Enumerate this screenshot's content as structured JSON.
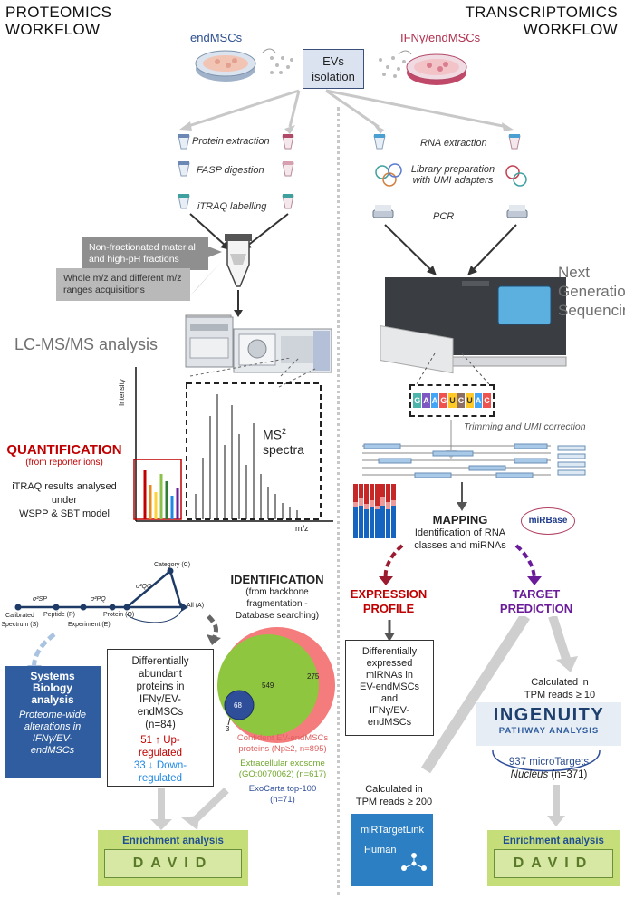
{
  "headers": {
    "proteomics": [
      "PROTEOMICS",
      "WORKFLOW"
    ],
    "transcriptomics": [
      "TRANSCRIPTOMICS",
      "WORKFLOW"
    ]
  },
  "top": {
    "left_cells": "endMSCs",
    "right_cells": "IFNγ/endMSCs",
    "evs": [
      "EVs",
      "isolation"
    ]
  },
  "proteomics_steps": [
    "Protein extraction",
    "FASP digestion",
    "iTRAQ labelling"
  ],
  "callouts": {
    "fractions": [
      "Non-fractionated material",
      "and high-pH fractions"
    ],
    "acquisitions": [
      "Whole m/z and different m/z",
      "ranges acquisitions"
    ]
  },
  "lcms": "LC-MS/MS analysis",
  "spectrum": {
    "y_axis": "Intensity",
    "x_axis": "m/z",
    "ms2": "MS",
    "ms2_sup": "2",
    "spectra": "spectra"
  },
  "quant": {
    "title": "QUANTIFICATION",
    "subtitle": "(from reporter ions)",
    "text": [
      "iTRAQ results analysed",
      "under",
      "WSPP & SBT model"
    ]
  },
  "sbt": {
    "calibrated": [
      "Calibrated",
      "Spectrum (S)"
    ],
    "peptide": "Peptide (P)",
    "experiment": "Experiment (E)",
    "protein": "Protein (Q)",
    "category": "Category (C)",
    "all": "All (A)",
    "sigma_sp": "σ²SP",
    "sigma_pq": "σ²PQ",
    "sigma_qc": "σ²QC"
  },
  "identification": {
    "title": "IDENTIFICATION",
    "sub": [
      "(from backbone",
      "fragmentation -",
      "Database searching)"
    ]
  },
  "venn": {
    "n549": "549",
    "n275": "275",
    "n68": "68",
    "n3": "3",
    "legend": [
      [
        "Confident EV-endMSCs",
        "proteins (Np≥2, n=895)"
      ],
      [
        "Extracellular exosome",
        "(GO:0070062) (n=617)"
      ],
      [
        "ExoCarta top-100",
        "(n=71)"
      ]
    ],
    "colors": {
      "red": "#f47c7c",
      "green": "#8ec63f",
      "blue": "#2f4e9a"
    }
  },
  "diff_box": {
    "lines": [
      "Differentially",
      "abundant",
      "proteins in",
      "IFNγ/EV-",
      "endMSCs",
      "(n=84)"
    ],
    "up": [
      "51 ↑ Up-",
      "regulated"
    ],
    "down": [
      "33 ↓ Down-",
      "regulated"
    ]
  },
  "systems": {
    "title": [
      "Systems",
      "Biology",
      "analysis"
    ],
    "sub": [
      "Proteome-wide",
      "alterations in",
      "IFNγ/EV-",
      "endMSCs"
    ]
  },
  "enrichment_label": "Enrichment analysis",
  "david": "DAVID",
  "transcript_steps": [
    "RNA extraction",
    "Library preparation",
    "with UMI adapters",
    "PCR"
  ],
  "ngs": [
    "Next",
    "Generation",
    "Sequencing"
  ],
  "seq": [
    "G",
    "A",
    "A",
    "G",
    "U",
    "C",
    "U",
    "A",
    "C"
  ],
  "trimming": "Trimming and UMI correction",
  "mapping": {
    "title": "MAPPING",
    "sub": [
      "Identification of RNA",
      "classes and miRNAs"
    ],
    "mirbase": "miRBase"
  },
  "expr": {
    "title": [
      "EXPRESSION",
      "PROFILE"
    ],
    "box": [
      "Differentially",
      "expressed",
      "miRNAs in",
      "EV-endMSCs",
      "and",
      "IFNγ/EV-",
      "endMSCs"
    ]
  },
  "target": {
    "title": [
      "TARGET",
      "PREDICTION"
    ]
  },
  "tpm10": [
    "Calculated in",
    "TPM reads ≥ 10"
  ],
  "ingenuity": {
    "main": "INGENUITY",
    "sub": "PATHWAY ANALYSIS"
  },
  "microtargets": {
    "line1": "937 microTargets",
    "line2_em": "Nucleus",
    "line2": " (n=371)"
  },
  "tpm200": [
    "Calculated in",
    "TPM reads ≥ 200"
  ],
  "mirtargetlink": [
    "miRTargetLink",
    "Human"
  ]
}
